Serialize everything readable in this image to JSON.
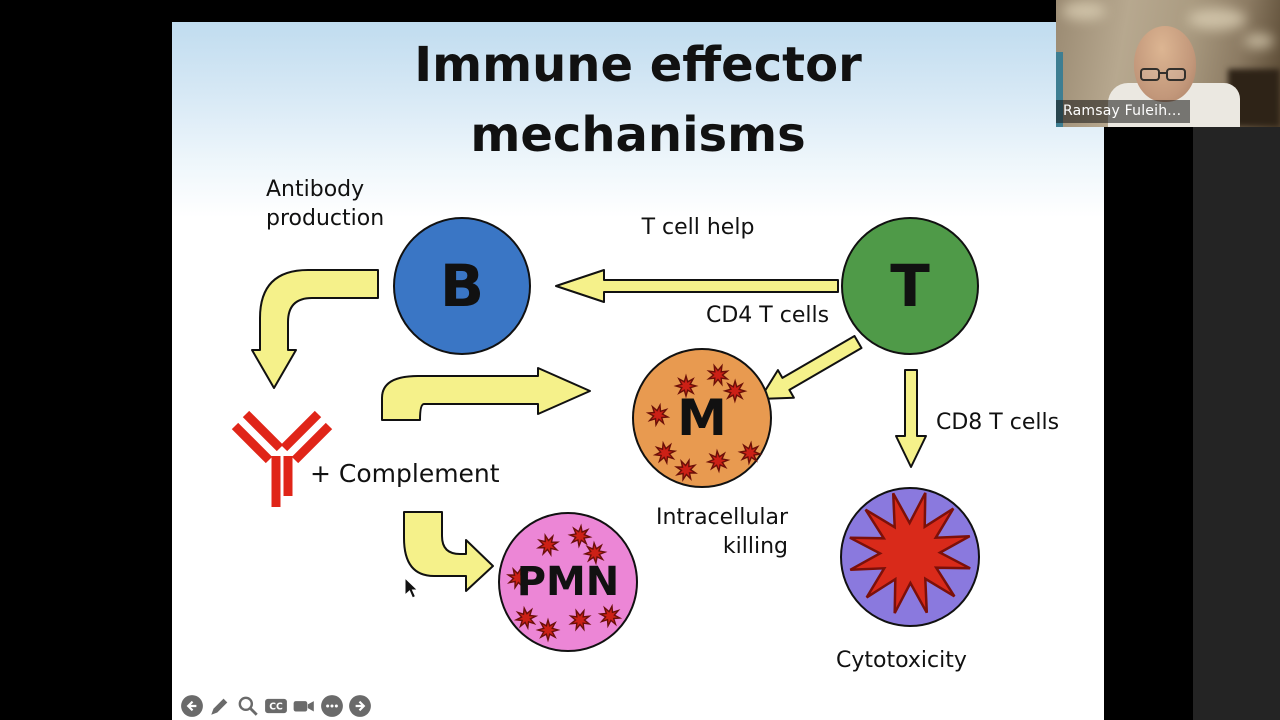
{
  "webcam": {
    "participant_name": "Ramsay Fuleih..."
  },
  "slide": {
    "title": {
      "line1": "Immune effector",
      "line2": "mechanisms"
    },
    "cells": {
      "b_label": "B",
      "t_label": "T",
      "m_label": "M",
      "pmn_label": "PMN"
    },
    "labels": {
      "antibody_line1": "Antibody",
      "antibody_line2": "production",
      "t_cell_help": "T cell help",
      "cd4": "CD4 T cells",
      "cd8": "CD8 T cells",
      "complement": "+ Complement",
      "intracellular_line1": "Intracellular",
      "intracellular_line2": "killing",
      "cytotoxicity": "Cytotoxicity"
    },
    "colors": {
      "b_cell_blue": "#3a76c5",
      "t_cell_green": "#4f9a48",
      "macrophage_orange": "#e89a50",
      "pmn_pink": "#ec86d6",
      "cytotox_purple": "#8a79de",
      "pathogen_red": "#cc2016",
      "arrow_yellow": "#f5f18a",
      "antibody_red": "#e02518"
    }
  },
  "toolbar": {
    "cc_label": "CC"
  }
}
